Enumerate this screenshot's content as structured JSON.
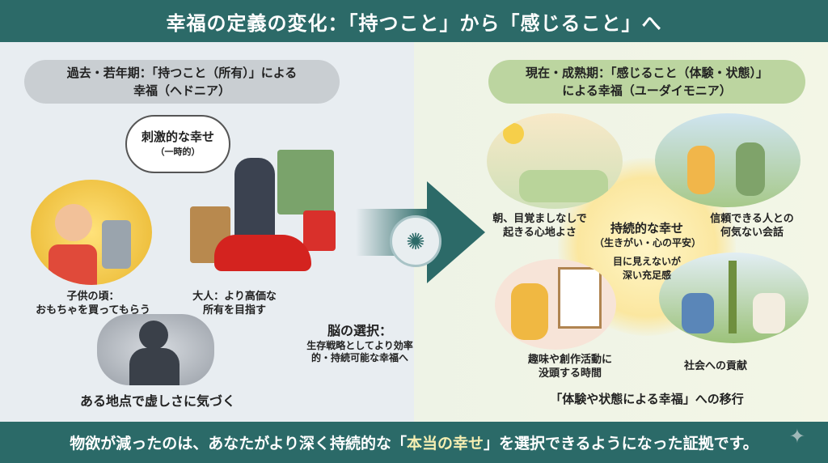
{
  "header": {
    "title": "幸福の定義の変化：「持つこと」から「感じること」へ"
  },
  "past": {
    "heading_line1": "過去・若年期：「持つこと（所有）」による",
    "heading_line2": "幸福（ヘドニア）",
    "thought_title": "刺激的な幸せ",
    "thought_sub": "（一時的）",
    "child_line1": "子供の頃：",
    "child_line2": "おもちゃを買ってもらう",
    "adult_line1": "大人：より高価な",
    "adult_line2": "所有を目指す",
    "emptiness": "ある地点で虚しさに気づく"
  },
  "transition": {
    "title": "脳の選択：",
    "line1": "生存戦略としてより効率",
    "line2": "的・持続可能な幸福へ"
  },
  "present": {
    "heading_line1": "現在・成熟期：「感じること（体験・状態）」",
    "heading_line2": "による幸福（ユーダイモニア）",
    "morning_line1": "朝、目覚ましなしで",
    "morning_line2": "起きる心地よさ",
    "talk_line1": "信頼できる人との",
    "talk_line2": "何気ない会話",
    "center_title": "持続的な幸せ",
    "center_sub": "（生きがい・心の平安）",
    "center_line1": "目に見えないが",
    "center_line2": "深い充足感",
    "hobby_line1": "趣味や創作活動に",
    "hobby_line2": "没頭する時間",
    "contribution": "社会への貢献",
    "shift": "「体験や状態による幸福」への移行"
  },
  "footer": {
    "before": "物欲が減ったのは、あなたがより深く持続的な「",
    "highlight": "本当の幸せ",
    "after": "」を選択できるようになった証拠です。"
  },
  "colors": {
    "teal": "#2c6a68",
    "highlight": "#f6efb2",
    "past_pill": "#c9ced2",
    "present_pill": "#bcd5a0"
  }
}
